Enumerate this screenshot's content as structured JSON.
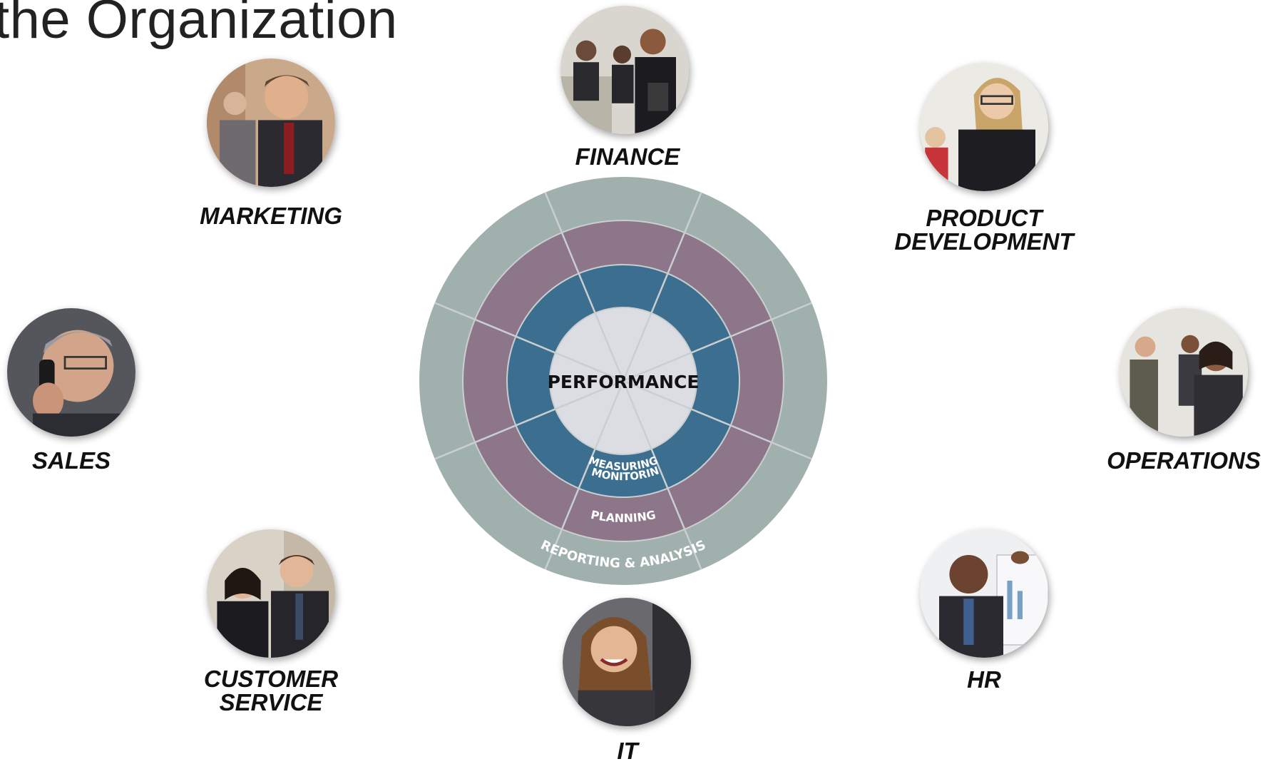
{
  "title": "the Organization",
  "wheel": {
    "center_label": "PERFORMANCE",
    "rings": [
      {
        "label": "MEASURING",
        "label2": "& MONITORING",
        "color": "#3b6e8f"
      },
      {
        "label": "PLANNING",
        "color": "#8d7689"
      },
      {
        "label": "REPORTING & ANALYSIS",
        "color": "#a0b0ad"
      }
    ],
    "center_color": "#dcdde2"
  },
  "departments": {
    "finance": {
      "line1": "FINANCE",
      "line2": ""
    },
    "marketing": {
      "line1": "MARKETING",
      "line2": ""
    },
    "product_development": {
      "line1": "PRODUCT",
      "line2": "DEVELOPMENT"
    },
    "sales": {
      "line1": "SALES",
      "line2": ""
    },
    "operations": {
      "line1": "OPERATIONS",
      "line2": ""
    },
    "customer_service": {
      "line1": "CUSTOMER",
      "line2": "SERVICE"
    },
    "it": {
      "line1": "IT",
      "line2": ""
    },
    "hr": {
      "line1": "HR",
      "line2": ""
    }
  },
  "icons": {
    "finance_photo": "group-of-three-women-photo",
    "marketing_photo": "smiling-businessman-photo",
    "product_development_photo": "woman-with-glasses-photo",
    "sales_photo": "man-on-phone-photo",
    "operations_photo": "business-team-photo",
    "customer_service_photo": "two-smiling-staff-photo",
    "it_photo": "smiling-woman-photo",
    "hr_photo": "presenter-at-whiteboard-photo"
  }
}
